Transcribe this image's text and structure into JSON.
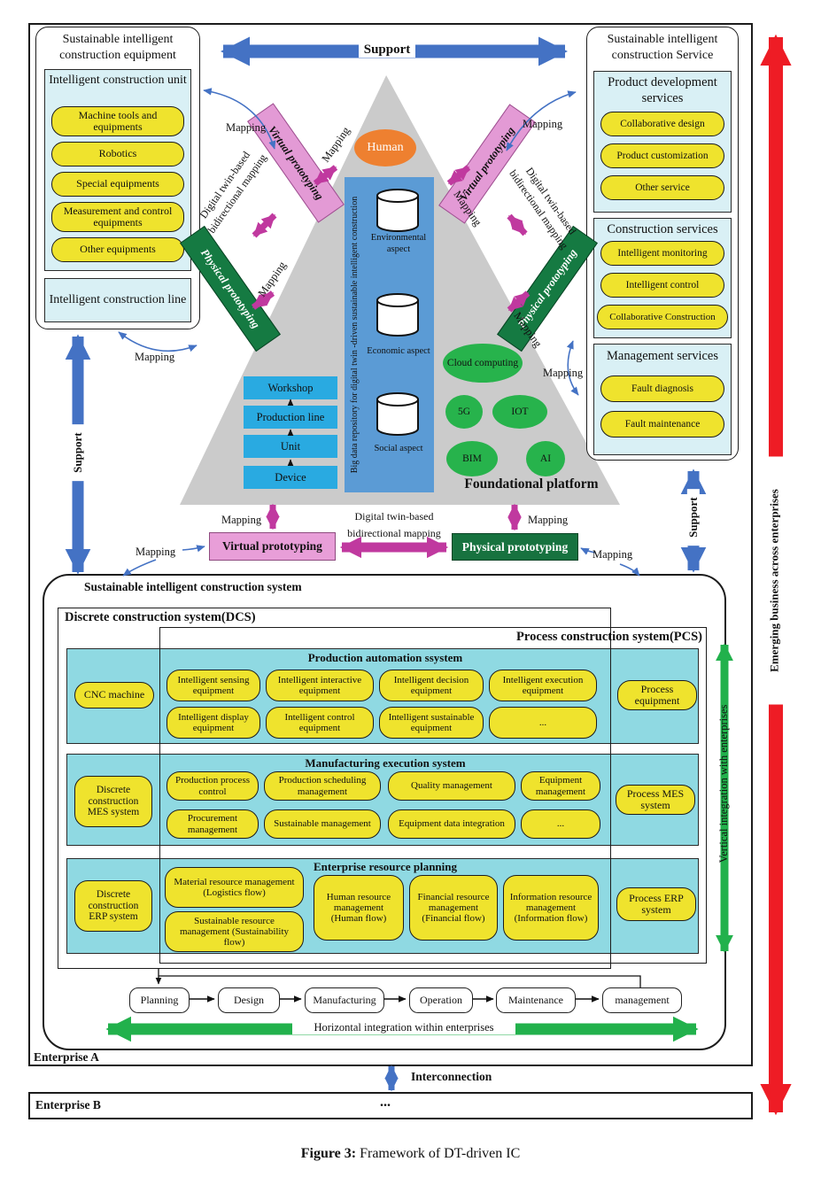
{
  "labels": {
    "mapping": "Mapping",
    "support": "Support",
    "dt1": "Digital twin-based",
    "dt2": "bidirectional mapping",
    "interconnection": "Interconnection",
    "emerging": "Emerging business across enterprises",
    "dots": "..."
  },
  "equipment": {
    "title": "Sustainable intelligent construction equipment",
    "unit_title": "Intelligent construction unit",
    "units": [
      "Machine tools and equipments",
      "Robotics",
      "Special equipments",
      "Measurement and control equipments",
      "Other equipments"
    ],
    "line_title": "Intelligent construction line"
  },
  "service": {
    "title": "Sustainable intelligent construction Service",
    "groups": [
      {
        "title": "Product development services",
        "items": [
          "Collaborative design",
          "Product customization",
          "Other service"
        ]
      },
      {
        "title": "Construction services",
        "items": [
          "Intelligent monitoring",
          "Intelligent control",
          "Collaborative Construction"
        ]
      },
      {
        "title": "Management services",
        "items": [
          "Fault diagnosis",
          "Fault maintenance"
        ]
      }
    ]
  },
  "triangle": {
    "human": "Human",
    "repository": "Big data repository for digital twin -driven sustainable intelligent construction",
    "aspects": [
      "Environmental aspect",
      "Economic aspect",
      "Social aspect"
    ],
    "levels": [
      "Workshop",
      "Production line",
      "Unit",
      "Device"
    ],
    "tech": [
      "Cloud computing",
      "5G",
      "IOT",
      "BIM",
      "AI"
    ],
    "platform": "Foundational platform"
  },
  "prototyping": {
    "virtual": "Virtual prototyping",
    "physical": "Physical prototyping"
  },
  "system": {
    "title": "Sustainable intelligent construction system",
    "dcs": "Discrete construction system(DCS)",
    "pcs": "Process construction system(PCS)",
    "vertical": "Vertical integration with enterprises",
    "rows": [
      {
        "header": "Production automation ssystem",
        "left": "CNC machine",
        "right": "Process equipment",
        "pills": [
          "Intelligent sensing equipment",
          "Intelligent interactive equipment",
          "Intelligent decision equipment",
          "Intelligent execution equipment",
          "Intelligent display equipment",
          "Intelligent control equipment",
          "Intelligent sustainable equipment",
          "..."
        ]
      },
      {
        "header": "Manufacturing execution system",
        "left": "Discrete construction MES system",
        "right": "Process MES system",
        "pills": [
          "Production process control",
          "Production scheduling management",
          "Quality management",
          "Equipment management",
          "Procurement management",
          "Sustainable management",
          "Equipment data integration",
          "..."
        ]
      },
      {
        "header": "Enterprise resource planning",
        "left": "Discrete construction ERP system",
        "right": "Process ERP system",
        "pills": [
          "Material resource management (Logistics flow)",
          "Sustainable resource management (Sustainability flow)",
          "Human resource management (Human flow)",
          "Financial resource management (Financial flow)",
          "Information resource management (Information flow)"
        ]
      }
    ]
  },
  "lifecycle": {
    "stages": [
      "Planning",
      "Design",
      "Manufacturing",
      "Operation",
      "Maintenance",
      "management"
    ],
    "horizontal": "Horizontal integration within enterprises"
  },
  "enterprises": {
    "a": "Enterprise A",
    "b": "Enterprise B"
  },
  "figure": {
    "label": "Figure 3:",
    "caption": " Framework of DT-driven IC"
  }
}
